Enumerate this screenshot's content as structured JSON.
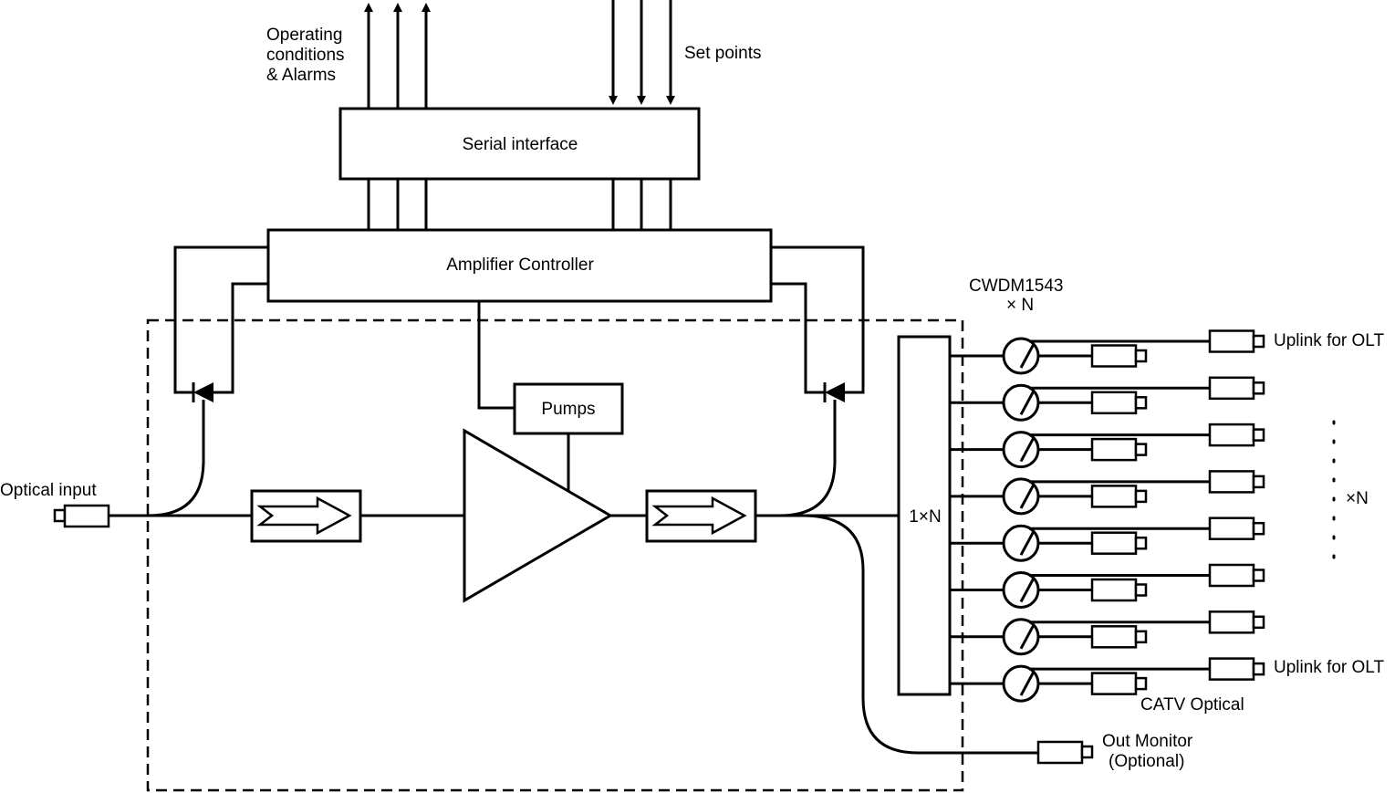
{
  "labels": {
    "operating_line1": "Operating",
    "operating_line2": "conditions",
    "operating_line3": "& Alarms",
    "set_points": "Set points",
    "serial_interface": "Serial interface",
    "amplifier_controller": "Amplifier Controller",
    "pumps": "Pumps",
    "optical_input": "Optical input",
    "splitter": "1×N",
    "cwdm_line1": "CWDM1543",
    "cwdm_line2": "× N",
    "uplink_top": "Uplink for OLT",
    "uplink_bottom": "Uplink for OLT",
    "catv_optical": "CATV Optical",
    "times_n": "×N",
    "out_monitor_line1": "Out Monitor",
    "out_monitor_line2": "(Optional)"
  },
  "wdm_channels": 8
}
